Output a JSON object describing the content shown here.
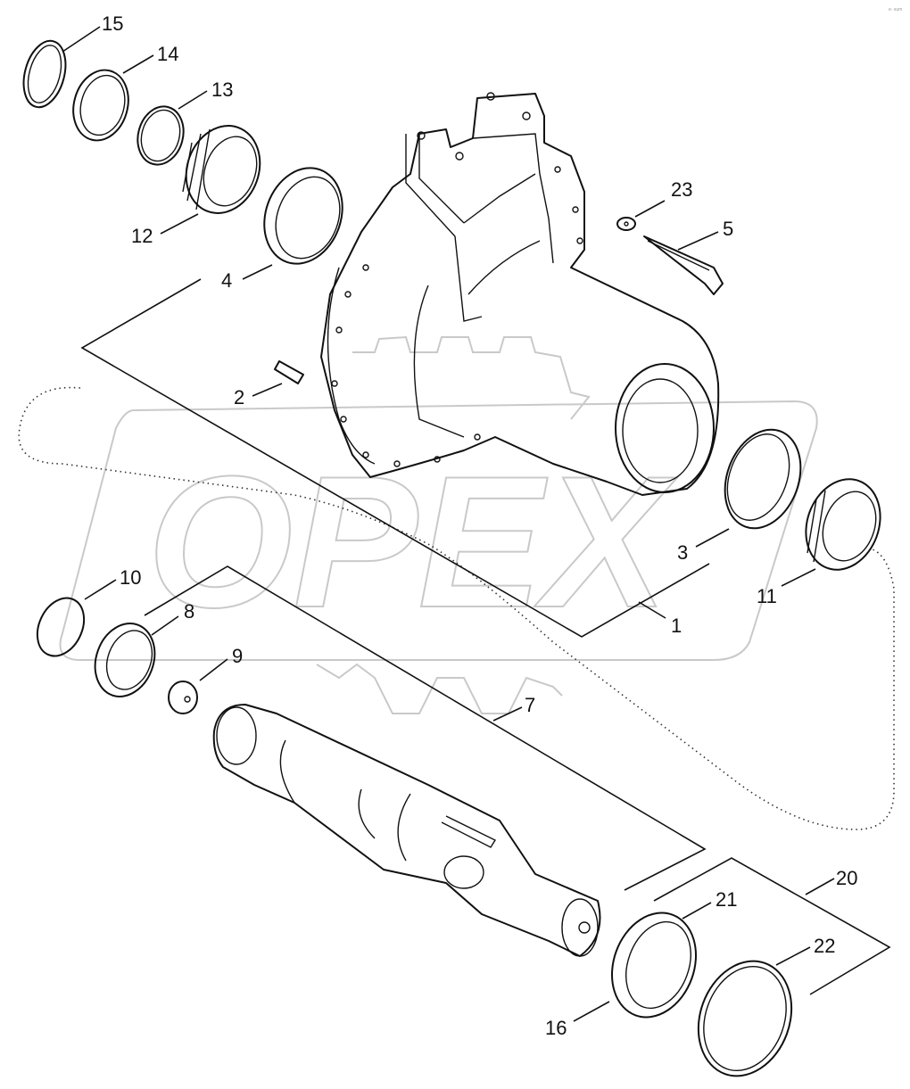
{
  "diagram": {
    "watermark_text": "OPEX",
    "corner_mark": "e- sum",
    "callouts": [
      {
        "id": "c1",
        "label": "1"
      },
      {
        "id": "c2",
        "label": "2"
      },
      {
        "id": "c3",
        "label": "3"
      },
      {
        "id": "c4",
        "label": "4"
      },
      {
        "id": "c5",
        "label": "5"
      },
      {
        "id": "c7",
        "label": "7"
      },
      {
        "id": "c8",
        "label": "8"
      },
      {
        "id": "c9",
        "label": "9"
      },
      {
        "id": "c10",
        "label": "10"
      },
      {
        "id": "c11",
        "label": "11"
      },
      {
        "id": "c12",
        "label": "12"
      },
      {
        "id": "c13",
        "label": "13"
      },
      {
        "id": "c14",
        "label": "14"
      },
      {
        "id": "c15",
        "label": "15"
      },
      {
        "id": "c16",
        "label": "16"
      },
      {
        "id": "c20",
        "label": "20"
      },
      {
        "id": "c21",
        "label": "21"
      },
      {
        "id": "c22",
        "label": "22"
      },
      {
        "id": "c23",
        "label": "23"
      }
    ]
  }
}
